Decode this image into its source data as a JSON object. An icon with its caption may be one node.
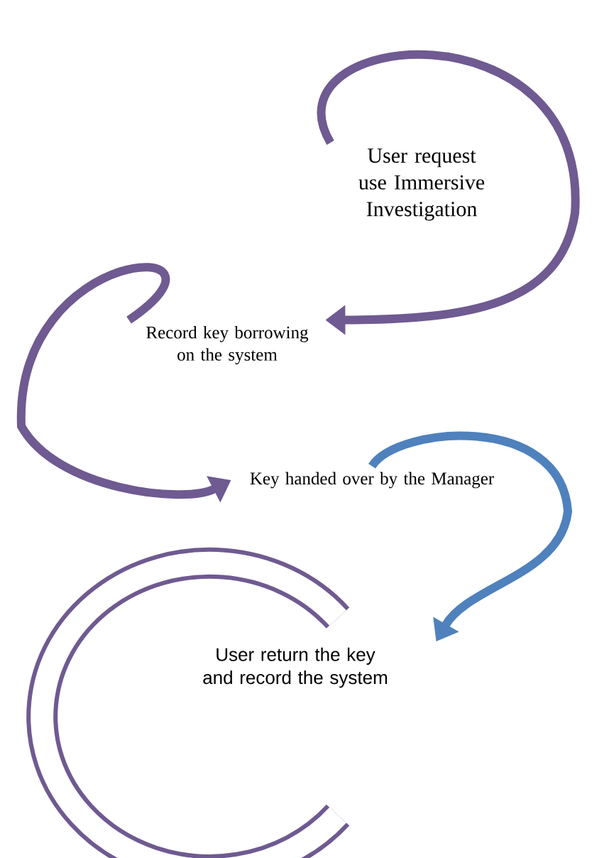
{
  "diagram": {
    "nodes": [
      {
        "text": [
          "User request use Immersive Investigation"
        ]
      },
      {
        "text": [
          "Record key borrowing on the system"
        ]
      },
      {
        "text": [
          "Key handed over by the Manager"
        ]
      },
      {
        "text": [
          "User return the key and record the system"
        ]
      }
    ],
    "edges": [
      {
        "from": 0,
        "to": 1,
        "arrow": "to"
      },
      {
        "from": 1,
        "to": 2,
        "arrow": "to"
      },
      {
        "from": 2,
        "to": 3,
        "arrow": "to",
        "color": "#4f81bd"
      }
    ]
  }
}
